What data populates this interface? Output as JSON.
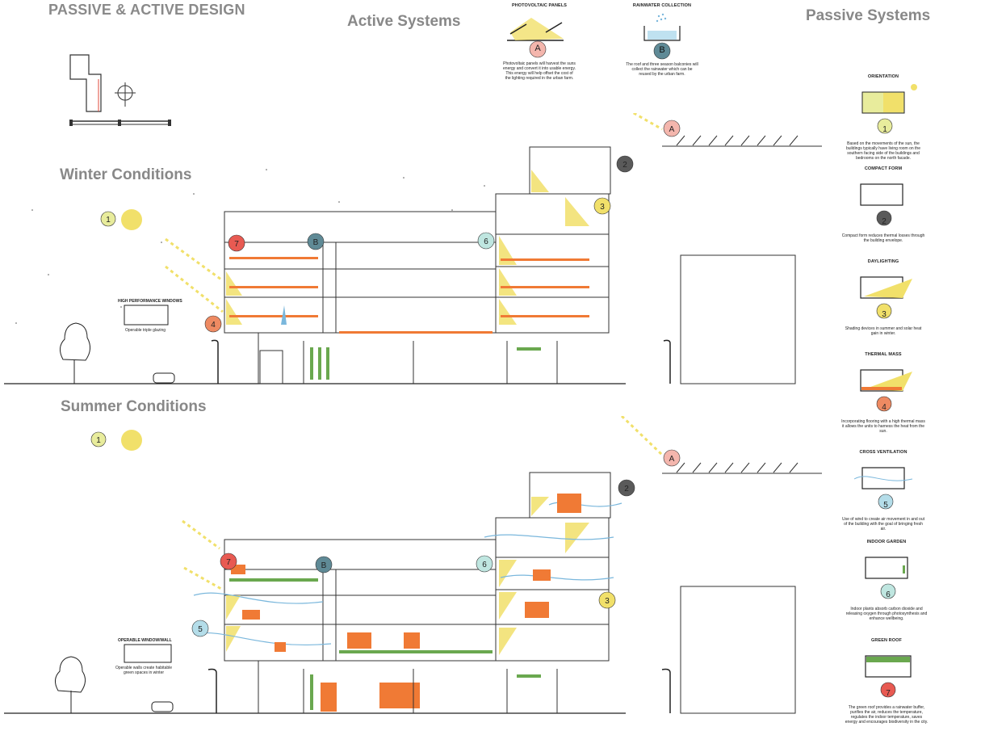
{
  "header": {
    "main_title": "PASSIVE & ACTIVE DESIGN",
    "active_title": "Active Systems",
    "passive_title": "Passive Systems"
  },
  "conditions": {
    "winter": "Winter Conditions",
    "summer": "Summer Conditions"
  },
  "active_items": [
    {
      "title": "PHOTOVOLTAIC PANELS",
      "letter": "A",
      "color": "#f4b6ad",
      "desc": "Photovoltaic panels will harvest the suns energy and convert it into usable energy. This energy will help offset the cost of the lighting required in the urban farm."
    },
    {
      "title": "RAINWATER COLLECTION",
      "letter": "B",
      "color": "#5f8a96",
      "desc": "The roof and three season balconies will collect the rainwater which can be reused by the urban farm."
    }
  ],
  "passive_items": [
    {
      "title": "ORIENTATION",
      "num": "1",
      "color": "#e8ec9c",
      "desc": "Based on the movements of the sun, the buildings typically have living room on the southern facing side of the buildings and bedrooms on the north facade."
    },
    {
      "title": "COMPACT FORM",
      "num": "2",
      "color": "#5a5a5a",
      "desc": "Compact form reduces thermal losses through the building envelope."
    },
    {
      "title": "DAYLIGHTING",
      "num": "3",
      "color": "#f1e06a",
      "desc": "Shading devices in summer and solar heat gain in winter."
    },
    {
      "title": "THERMAL MASS",
      "num": "4",
      "color": "#ee8a62",
      "desc": "Incorporating flooring with a high thermal mass it allows the units to harness the heat from the sun."
    },
    {
      "title": "CROSS VENTILATION",
      "num": "5",
      "color": "#b4dde9",
      "desc": "Use of wind to create air movement in and out of the building with the goal of bringing fresh air."
    },
    {
      "title": "INDOOR GARDEN",
      "num": "6",
      "color": "#bfe6e0",
      "desc": "Indoor plants absorb carbon dioxide and releasing oxygen through photosynthesis and enhance wellbeing."
    },
    {
      "title": "GREEN ROOF",
      "num": "7",
      "color": "#e85a52",
      "desc": "The green roof provides a rainwater buffer, purifies the air, reduces the temperature, regulates the indoor temperature, saves energy and encourages biodiversity in the city."
    }
  ],
  "winter_section": {
    "callout_title": "HIGH PERFORMANCE WINDOWS",
    "callout_desc": "Operable triple glazing"
  },
  "summer_section": {
    "callout_title": "OPERABLE WINDOW/WALL",
    "callout_desc": "Operable walls create habitable green spaces in winter"
  },
  "colors": {
    "sun_yellow": "#f1e06a",
    "warm_orange": "#f07a35",
    "air_blue": "#7ab7dc",
    "plant_green": "#6aa84f",
    "line": "#222222",
    "heading_grey": "#8a8a8a"
  }
}
